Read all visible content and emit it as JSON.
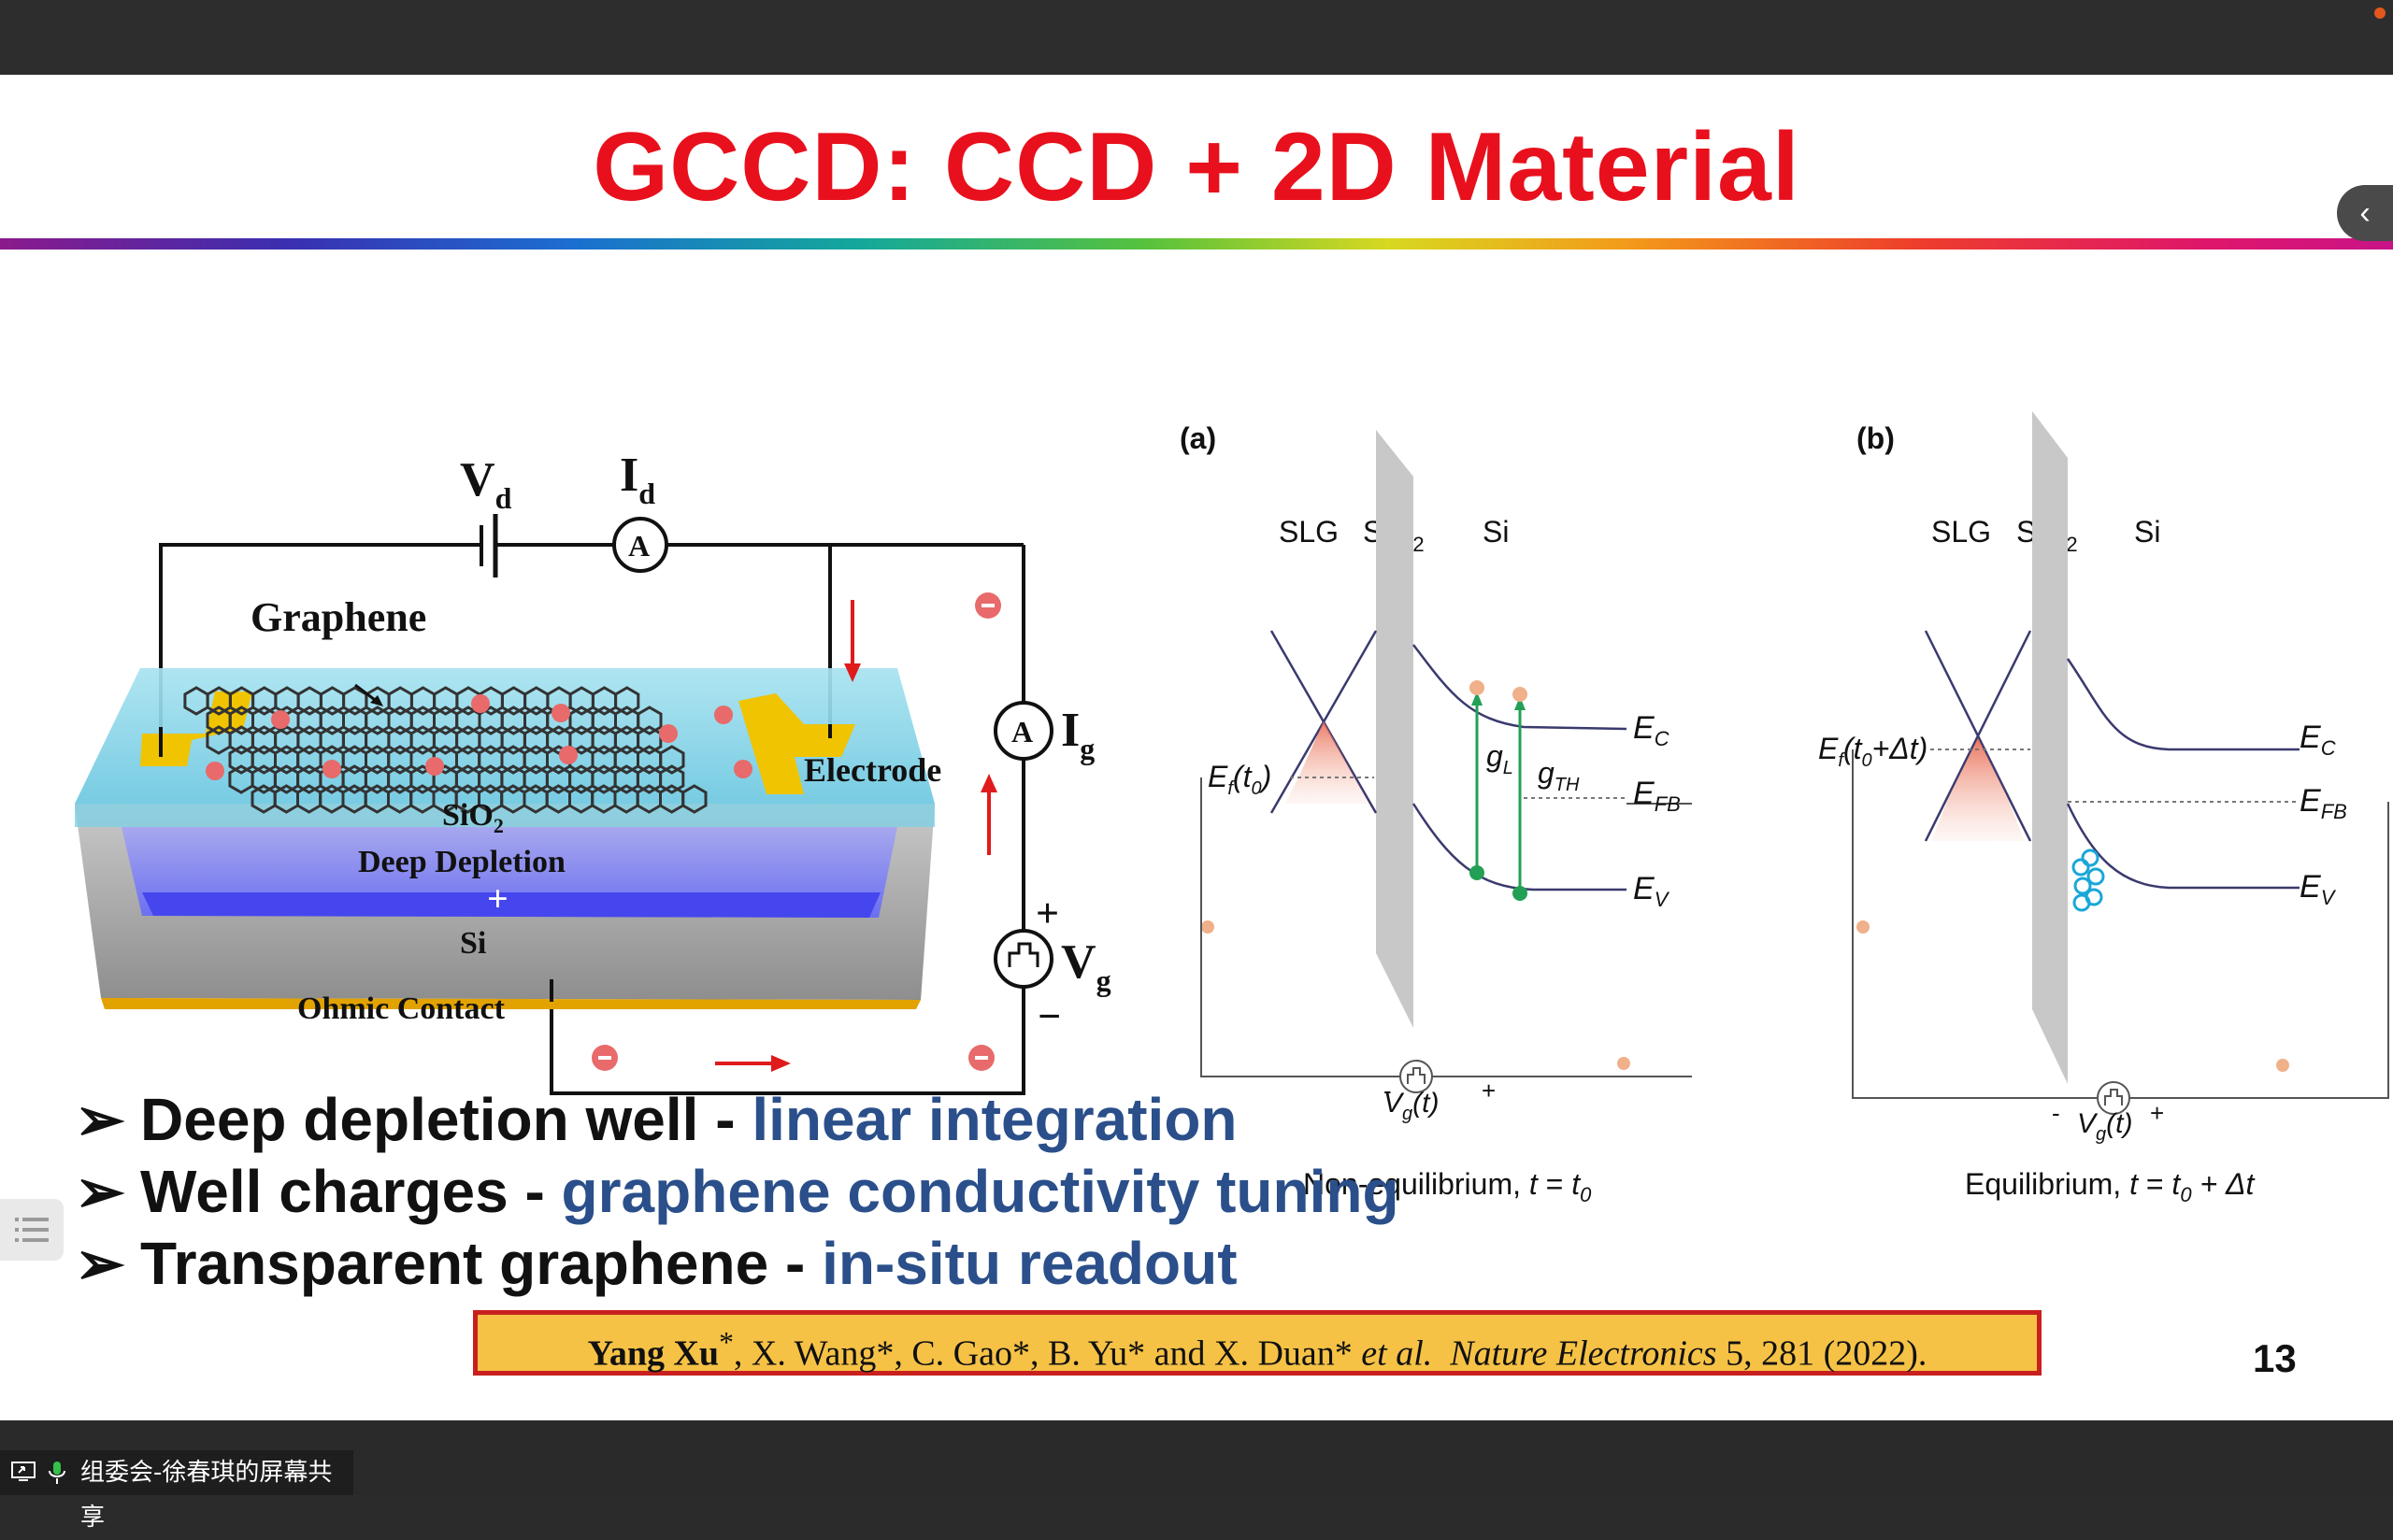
{
  "window": {
    "share_label": "组委会-徐春琪的屏幕共享"
  },
  "slide": {
    "title": "GCCD: CCD + 2D Material",
    "page_number": "13",
    "bullets": [
      {
        "marker": "➢",
        "lead": "Deep depletion well - ",
        "highlight": "linear integration"
      },
      {
        "marker": "➢",
        "lead": "Well charges - ",
        "highlight": "graphene conductivity tuning"
      },
      {
        "marker": "➢",
        "lead": "Transparent graphene - ",
        "highlight": "in-situ readout"
      }
    ],
    "citation": {
      "author_main": "Yang Xu",
      "rest": ", X. Wang*, C. Gao*, B. Yu* and X. Duan* ",
      "etal": "et al.",
      "journal": "Nature Electronics",
      "volume": "5, 281 (2022)."
    },
    "device_figure": {
      "vd": "V",
      "vd_sub": "d",
      "id": "I",
      "id_sub": "d",
      "ig": "I",
      "ig_sub": "g",
      "vg": "V",
      "vg_sub": "g",
      "ammeter": "A",
      "graphene": "Graphene",
      "electrode": "Electrode",
      "sio2": "SiO",
      "sio2_sub": "2",
      "deep_depletion": "Deep Depletion",
      "si": "Si",
      "ohmic": "Ohmic Contact",
      "plus": "+",
      "minus": "−",
      "inner_plus": "+"
    },
    "panel_a": {
      "label": "(a)",
      "slg": "SLG",
      "sio2": "SiO",
      "sio2_sub": "2",
      "si": "Si",
      "ef": "E",
      "ef_sub": "f",
      "ef_arg": "(t",
      "ef_arg_sub": "0",
      "ef_close": ")",
      "gl": "g",
      "gl_sub": "L",
      "gth": "g",
      "gth_sub": "TH",
      "ec": "E",
      "ec_sub": "C",
      "efb": "E",
      "efb_sub": "FB",
      "ev": "E",
      "ev_sub": "V",
      "vg": "V",
      "vg_sub": "g",
      "vg_arg": "(t)",
      "minus": "-",
      "plus": "+",
      "caption_pre": "Non-equilibrium, ",
      "caption_t": "t",
      "caption_eq": " = ",
      "caption_t0": "t",
      "caption_t0_sub": "0"
    },
    "panel_b": {
      "label": "(b)",
      "slg": "SLG",
      "sio2": "SiO",
      "sio2_sub": "2",
      "si": "Si",
      "ef": "E",
      "ef_sub": "f",
      "ef_arg": "(t",
      "ef_arg_sub": "0",
      "ef_close": "+Δt)",
      "ec": "E",
      "ec_sub": "C",
      "efb": "E",
      "efb_sub": "FB",
      "ev": "E",
      "ev_sub": "V",
      "vg": "V",
      "vg_sub": "g",
      "vg_arg": "(t)",
      "minus": "-",
      "plus": "+",
      "caption_pre": "Equilibrium, ",
      "caption_t": "t",
      "caption_eq": " = ",
      "caption_t0": "t",
      "caption_t0_sub": "0",
      "caption_tail": " + Δt"
    }
  },
  "colors": {
    "title": "#e8101c",
    "highlight": "#2a4f8a",
    "citation_bg": "#f6c246",
    "citation_border": "#c8201e"
  }
}
